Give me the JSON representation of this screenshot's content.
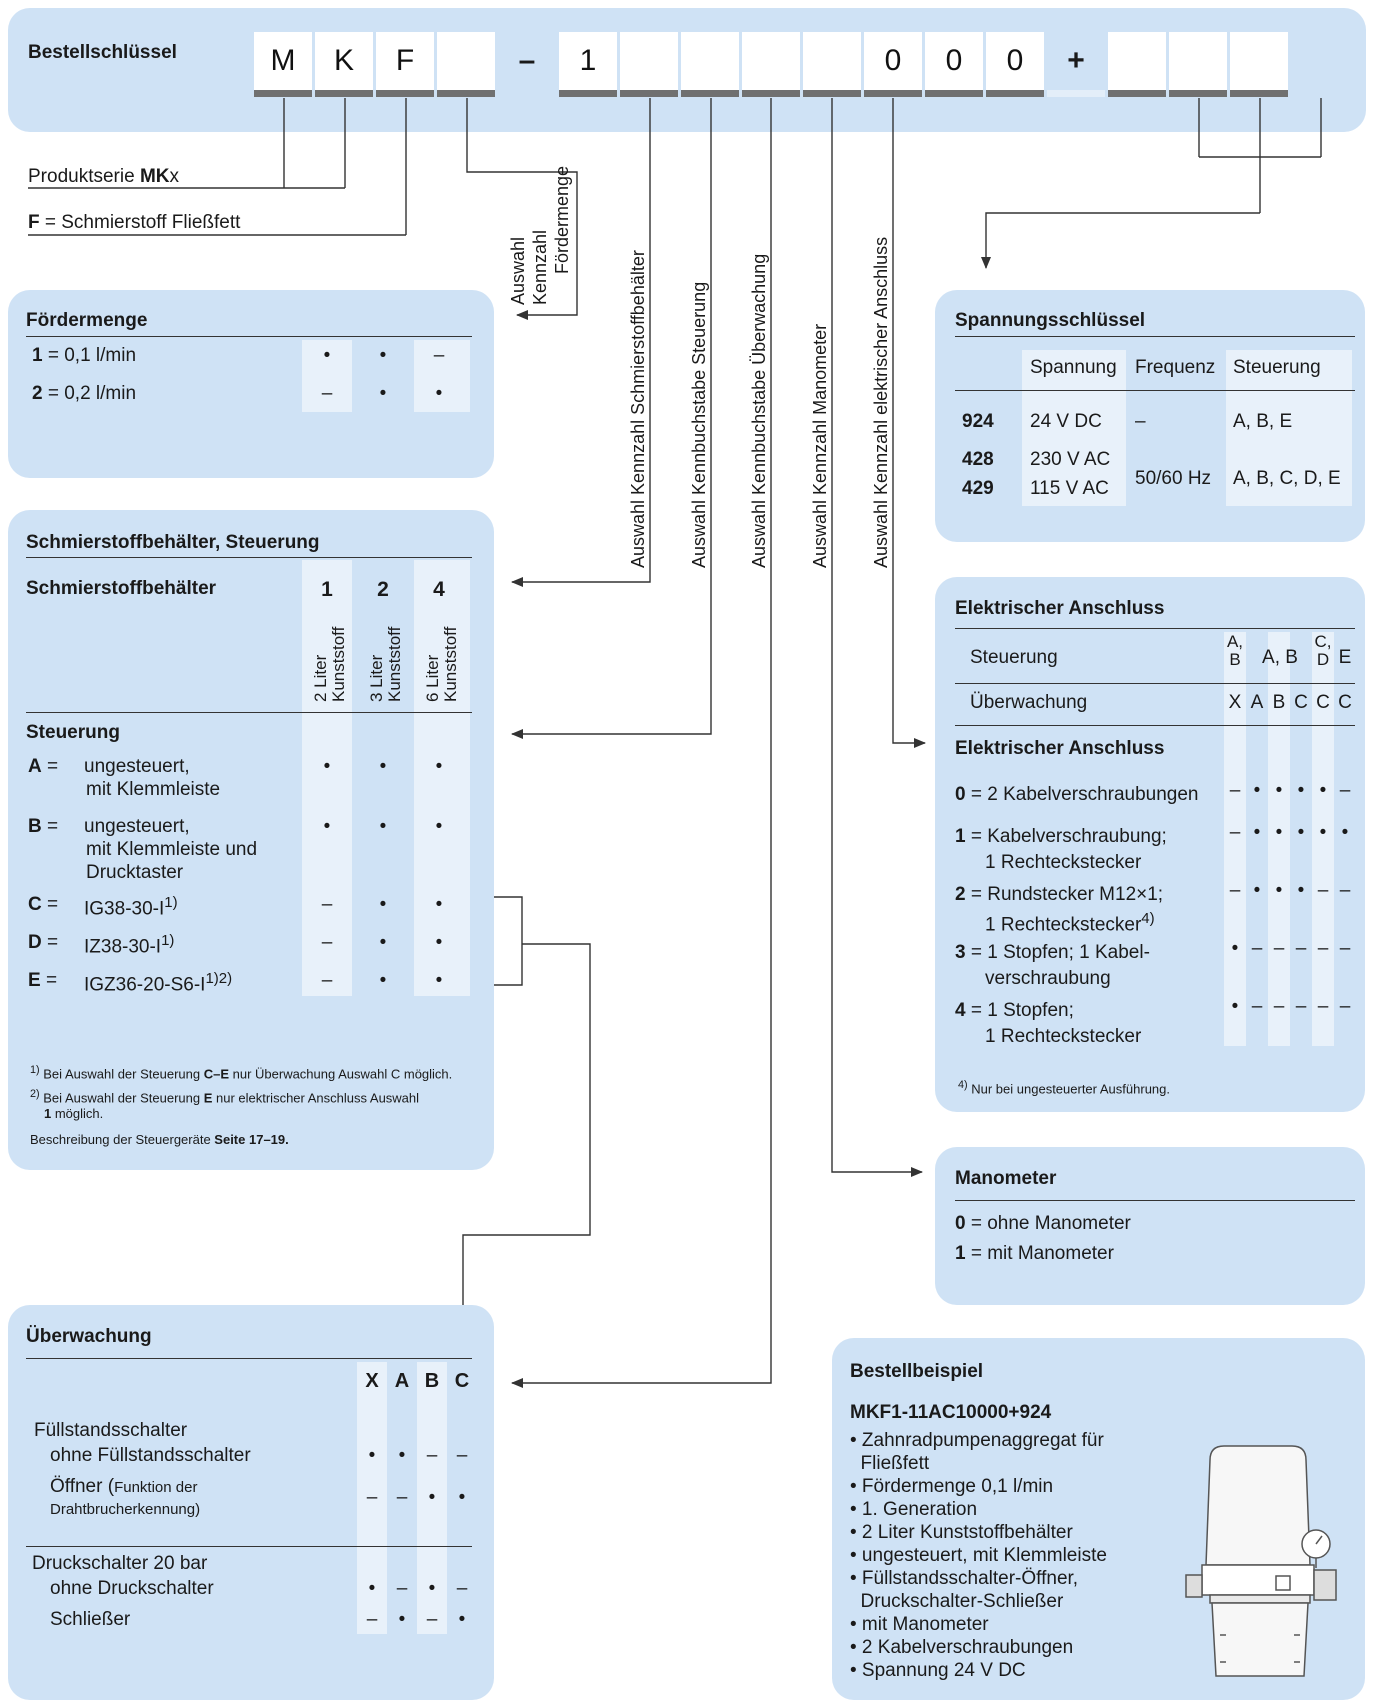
{
  "key": {
    "label": "Bestellschlüssel",
    "cells": [
      "M",
      "K",
      "F",
      "",
      "–",
      "1",
      "",
      "",
      "",
      "",
      "0",
      "0",
      "0",
      "+",
      "",
      "",
      ""
    ]
  },
  "top_labels": {
    "produktserie": "Produktserie ",
    "produktserie_b": "MK",
    "produktserie_x": "x",
    "f_b": "F",
    "f_rest": " = Schmierstoff Fließfett",
    "auswahl_l1": "Auswahl",
    "auswahl_l2": "Kennzahl",
    "auswahl_l3": "Fördermenge"
  },
  "vertical_labels": [
    "Auswahl Kennzahl Schmierstoffbehälter",
    "Auswahl Kennbuchstabe Steuerung",
    "Auswahl Kennbuchstabe Überwachung",
    "Auswahl Kennzahl Manometer",
    "Auswahl Kennzahl elektrischer Anschluss"
  ],
  "foerdermenge": {
    "title": "Fördermenge",
    "rows": [
      {
        "code": "1",
        "text": " = 0,1 l/min",
        "marks": [
          "•",
          "•",
          "–"
        ]
      },
      {
        "code": "2",
        "text": " = 0,2 l/min",
        "marks": [
          "–",
          "•",
          "•"
        ]
      }
    ]
  },
  "behaelter": {
    "title": "Schmierstoffbehälter, Steuerung",
    "sub_title": "Schmierstoffbehälter",
    "cols": [
      {
        "num": "1",
        "l1": "2 Liter",
        "l2": "Kunststoff"
      },
      {
        "num": "2",
        "l1": "3 Liter",
        "l2": "Kunststoff"
      },
      {
        "num": "4",
        "l1": "6 Liter",
        "l2": "Kunststoff"
      }
    ],
    "steuerung_title": "Steuerung",
    "rows": [
      {
        "code": "A",
        "text": " = ",
        "lines": [
          "ungesteuert,",
          "mit Klemmleiste"
        ],
        "marks": [
          "•",
          "•",
          "•"
        ]
      },
      {
        "code": "B",
        "text": " = ",
        "lines": [
          "ungesteuert,",
          "mit Klemmleiste und",
          "Drucktaster"
        ],
        "marks": [
          "•",
          "•",
          "•"
        ]
      },
      {
        "code": "C",
        "text": " = ",
        "lines": [
          "IG38-30-I"
        ],
        "sup": "1)",
        "marks": [
          "–",
          "•",
          "•"
        ]
      },
      {
        "code": "D",
        "text": " = ",
        "lines": [
          "IZ38-30-I"
        ],
        "sup": "1)",
        "marks": [
          "–",
          "•",
          "•"
        ]
      },
      {
        "code": "E",
        "text": " = ",
        "lines": [
          "IGZ36-20-S6-I"
        ],
        "sup": "1)2)",
        "marks": [
          "–",
          "•",
          "•"
        ]
      }
    ],
    "fn1_sup": "1)",
    "fn1_a": "Bei Auswahl der Steuerung ",
    "fn1_b": "C–E",
    "fn1_c": " nur Überwachung Auswahl C möglich.",
    "fn2_sup": "2)",
    "fn2_a": "Bei Auswahl der Steuerung ",
    "fn2_b": "E",
    "fn2_c": " nur elektrischer Anschluss Auswahl",
    "fn2_d": "1",
    "fn2_e": " möglich.",
    "fn3_a": "Beschreibung der Steuergeräte ",
    "fn3_b": "Seite 17–19."
  },
  "ueberwachung": {
    "title": "Überwachung",
    "cols": [
      "X",
      "A",
      "B",
      "C"
    ],
    "g1": "Füllstandsschalter",
    "g1_r1": "ohne Füllstandsschalter",
    "g1_r1_marks": [
      "•",
      "•",
      "–",
      "–"
    ],
    "g1_r2a": "Öffner (",
    "g1_r2b": "Funktion der",
    "g1_r2c": "Drahtbrucherkennung)",
    "g1_r2_marks": [
      "–",
      "–",
      "•",
      "•"
    ],
    "g2": "Druckschalter 20 bar",
    "g2_r1": "ohne Druckschalter",
    "g2_r1_marks": [
      "•",
      "–",
      "•",
      "–"
    ],
    "g2_r2": "Schließer",
    "g2_r2_marks": [
      "–",
      "•",
      "–",
      "•"
    ]
  },
  "spannung": {
    "title": "Spannungsschlüssel",
    "h_spannung": "Spannung",
    "h_frequenz": "Frequenz",
    "h_steuerung": "Steuerung",
    "r1_code": "924",
    "r1_sp": "24 V DC",
    "r1_fr": "–",
    "r1_st": "A, B, E",
    "r2_code": "428",
    "r2_sp": "230 V AC",
    "r3_code": "429",
    "r3_sp": "115 V AC",
    "r23_fr": "50/60 Hz",
    "r23_st": "A, B, C, D, E"
  },
  "elektrisch": {
    "title": "Elektrischer Anschluss",
    "h_steuerung": "Steuerung",
    "h_ueberwachung": "Überwachung",
    "sub_title": "Elektrischer Anschluss",
    "st_ab_1": "A,",
    "st_ab_2": "B",
    "st_ab": "A, B",
    "st_cd_1": "C,",
    "st_cd_2": "D",
    "st_e": "E",
    "ue_cols": [
      "X",
      "A",
      "B",
      "C",
      "C",
      "C"
    ],
    "rows": [
      {
        "code": "0",
        "l1": " = 2 Kabelverschraubungen",
        "l2": "",
        "marks": [
          "–",
          "•",
          "•",
          "•",
          "•",
          "–"
        ]
      },
      {
        "code": "1",
        "l1": " = Kabelverschraubung;",
        "l2": "1 Rechteckstecker",
        "marks": [
          "–",
          "•",
          "•",
          "•",
          "•",
          "•"
        ]
      },
      {
        "code": "2",
        "l1": " = Rundstecker M12×1;",
        "l2": "1 Rechteckstecker",
        "sup": "4)",
        "marks": [
          "–",
          "•",
          "•",
          "•",
          "–",
          "–"
        ]
      },
      {
        "code": "3",
        "l1": " = 1 Stopfen; 1 Kabel-",
        "l2": "verschraubung",
        "marks": [
          "•",
          "–",
          "–",
          "–",
          "–",
          "–"
        ]
      },
      {
        "code": "4",
        "l1": " = 1 Stopfen;",
        "l2": "1 Rechteckstecker",
        "marks": [
          "•",
          "–",
          "–",
          "–",
          "–",
          "–"
        ]
      }
    ],
    "fn_sup": "4)",
    "fn": " Nur bei ungesteuerter Ausführung."
  },
  "manometer": {
    "title": "Manometer",
    "r0_code": "0",
    "r0": " = ohne Manometer",
    "r1_code": "1",
    "r1": " = mit Manometer"
  },
  "beispiel": {
    "title": "Bestellbeispiel",
    "code": "MKF1-11AC10000+924",
    "items": [
      "• Zahnradpumpenaggregat für",
      "  Fließfett",
      "• Fördermenge 0,1 l/min",
      "• 1. Generation",
      "• 2 Liter Kunststoffbehälter",
      "• ungesteuert, mit Klemmleiste",
      "• Füllstandsschalter-Öffner,",
      "  Druckschalter-Schließer",
      "• mit Manometer",
      "• 2 Kabelverschraubungen",
      "• Spannung 24 V DC"
    ]
  }
}
